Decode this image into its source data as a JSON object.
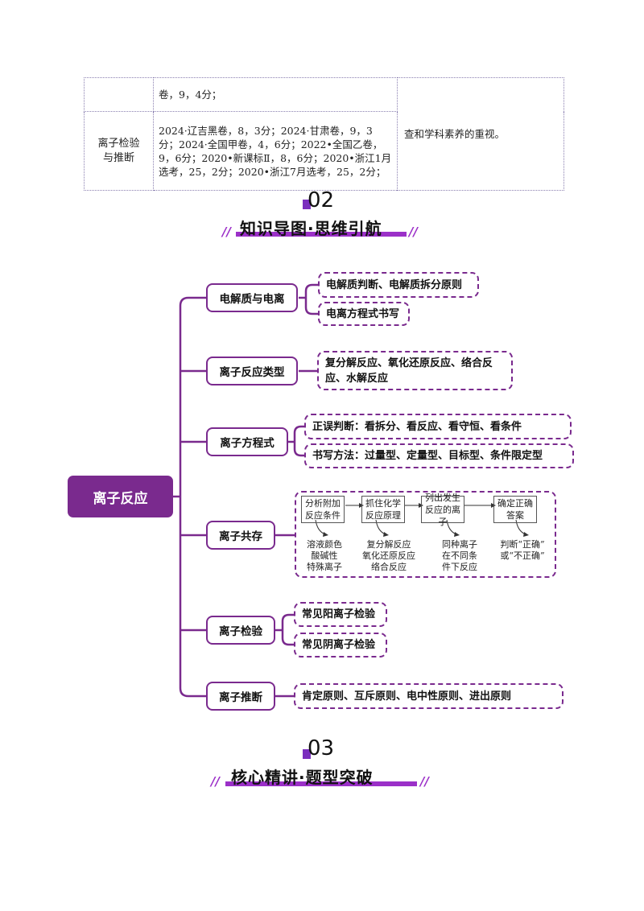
{
  "table": {
    "row1": {
      "col2": "卷，9，4分；",
      "col3": ""
    },
    "row2": {
      "col1": "离子检验与推断",
      "col2": "2024·辽吉黑卷，8，3分；2024·甘肃卷，9，3分；2024·全国甲卷，4，6分；2022•全国乙卷，9，6分；2020•新课标Ⅱ，8，6分；2020•浙江1月选考，25，2分；2020•浙江7月选考，25，2分；",
      "col3": "查和学科素养的重视。"
    }
  },
  "section2": {
    "number": "02",
    "title": "知识导图·思维引航"
  },
  "section3": {
    "number": "03",
    "title": "核心精讲·题型突破"
  },
  "mindmap": {
    "root": "离子反应",
    "branches": [
      {
        "label": "电解质与电离",
        "leaves": [
          "电解质判断、电解质拆分原则",
          "电离方程式书写"
        ]
      },
      {
        "label": "离子反应类型",
        "leaves": [
          "复分解反应、氧化还原反应、络合反应、水解反应"
        ]
      },
      {
        "label": "离子方程式",
        "leaves": [
          "正误判断：看拆分、看反应、看守恒、看条件",
          "书写方法：过量型、定量型、目标型、条件限定型"
        ]
      },
      {
        "label": "离子共存"
      },
      {
        "label": "离子检验",
        "leaves": [
          "常见阳离子检验",
          "常见阴离子检验"
        ]
      },
      {
        "label": "离子推断",
        "leaves": [
          "肯定原则、互斥原则、电中性原则、进出原则"
        ]
      }
    ],
    "flow": {
      "steps": [
        "分析附加反应条件",
        "抓住化学反应原理",
        "列出发生反应的离子",
        "确定正确答案"
      ],
      "notes": [
        "溶液颜色\n酸碱性\n特殊离子",
        "复分解反应\n氧化还原反应\n络合反应",
        "同种离子\n在不同条\n件下反应",
        "判断“正确”\n或“不正确”"
      ]
    }
  },
  "colors": {
    "accent": "#7a2a8e",
    "bar": "#9b30c8"
  }
}
